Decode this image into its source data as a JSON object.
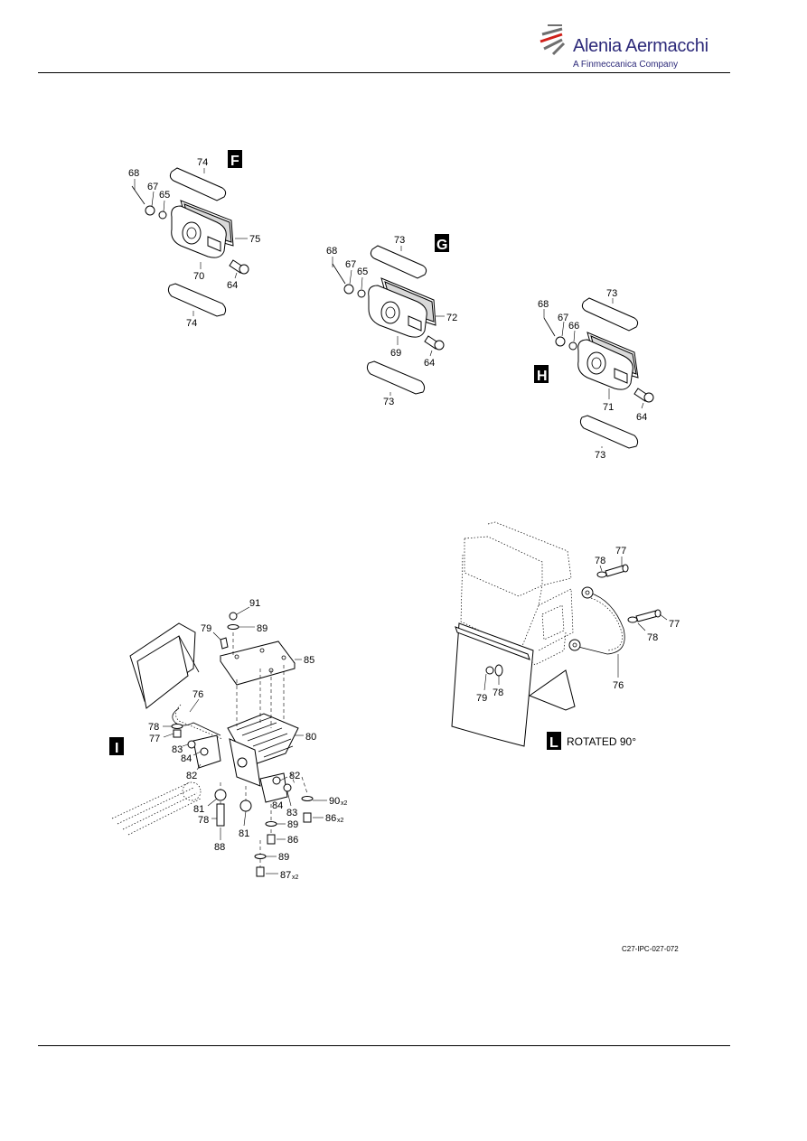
{
  "header": {
    "brand_name": "Alenia Aermacchi",
    "brand_tagline": "A Finmeccanica Company"
  },
  "figure_id": "C27-IPC-027-072",
  "views": {
    "F": {
      "letter": "F",
      "callouts": [
        "74",
        "68",
        "67",
        "65",
        "75",
        "70",
        "64",
        "74"
      ]
    },
    "G": {
      "letter": "G",
      "callouts": [
        "73",
        "68",
        "67",
        "65",
        "72",
        "69",
        "64",
        "73"
      ]
    },
    "H": {
      "letter": "H",
      "callouts": [
        "68",
        "73",
        "67",
        "66",
        "71",
        "64",
        "73"
      ]
    },
    "I": {
      "letter": "I",
      "callouts": [
        "91",
        "79",
        "89",
        "85",
        "76",
        "78",
        "77",
        "83",
        "84",
        "80",
        "82",
        "82",
        "81",
        "84",
        "78",
        "83",
        "81",
        "90",
        "x2",
        "89",
        "86",
        "x2",
        "88",
        "86",
        "89",
        "87",
        "x2"
      ]
    },
    "L": {
      "letter": "L",
      "caption": "ROTATED 90°",
      "callouts": [
        "77",
        "78",
        "77",
        "78",
        "79",
        "78",
        "76"
      ]
    }
  }
}
